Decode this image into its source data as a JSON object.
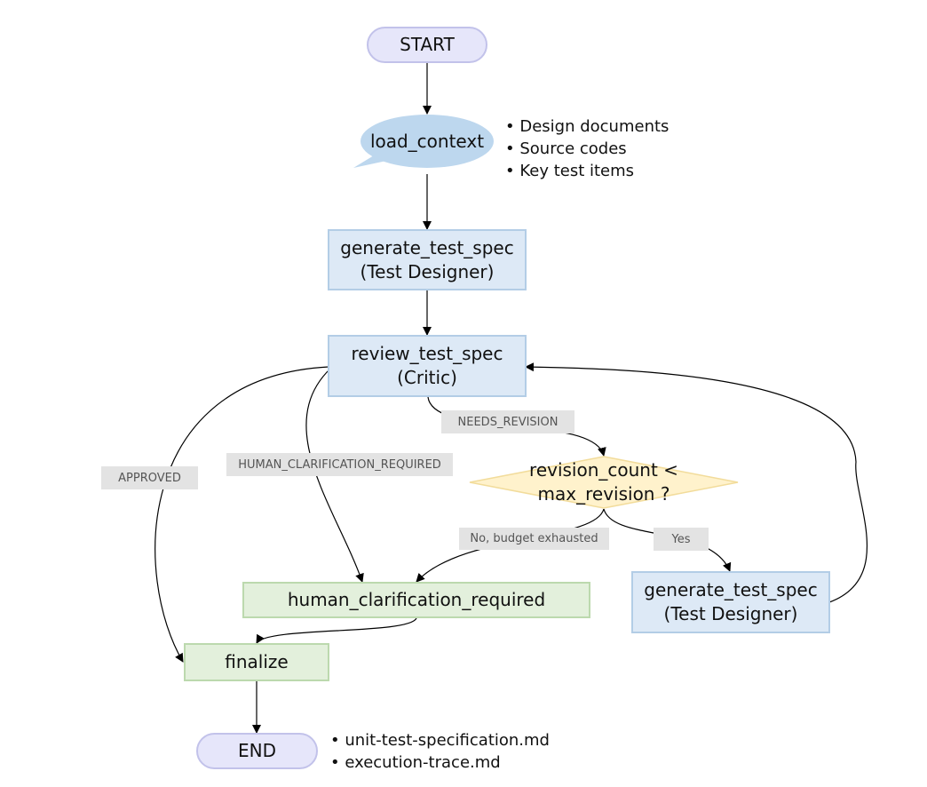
{
  "nodes": {
    "start": "START",
    "load_context": "load_context",
    "generate_1": {
      "line1": "generate_test_spec",
      "line2": "(Test Designer)"
    },
    "review": {
      "line1": "review_test_spec",
      "line2": "(Critic)"
    },
    "decision": {
      "line1": "revision_count <",
      "line2": "max_revision ?"
    },
    "generate_2": {
      "line1": "generate_test_spec",
      "line2": "(Test Designer)"
    },
    "human": "human_clarification_required",
    "finalize": "finalize",
    "end": "END"
  },
  "edge_labels": {
    "needs_revision": "NEEDS_REVISION",
    "approved": "APPROVED",
    "human_clarification": "HUMAN_CLARIFICATION_REQUIRED",
    "no_budget": "No, budget exhausted",
    "yes": "Yes"
  },
  "inputs": [
    "Design documents",
    "Source codes",
    "Key test items"
  ],
  "outputs": [
    "unit-test-specification.md",
    "execution-trace.md"
  ],
  "colors": {
    "terminal_fill": "#e6e6fa",
    "process_fill": "#dde9f6",
    "output_fill": "#e3f0dc",
    "decision_fill": "#fff2cc",
    "bubble_fill": "#bdd7ee",
    "edge": "#000000",
    "label_fill": "#e3e3e3"
  }
}
